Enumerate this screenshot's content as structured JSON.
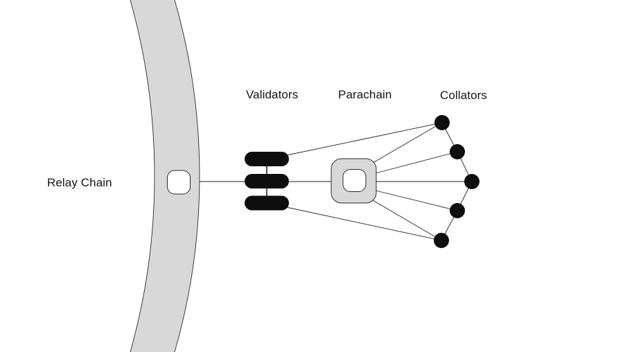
{
  "diagram": {
    "labels": {
      "relay_chain": "Relay Chain",
      "validators": "Validators",
      "parachain": "Parachain",
      "collators": "Collators"
    },
    "colors": {
      "background": "#ffffff",
      "band_fill": "#d8d8d8",
      "parachain_fill": "#d8d8d8",
      "block_node_fill": "#ffffff",
      "solid_node_fill": "#0e0e0e",
      "line": "#1f1f1f"
    },
    "structure": {
      "validator_count": 3,
      "collator_count": 5,
      "relay_chain_nodes_visible": 1,
      "parachain_nodes_visible": 1
    }
  }
}
